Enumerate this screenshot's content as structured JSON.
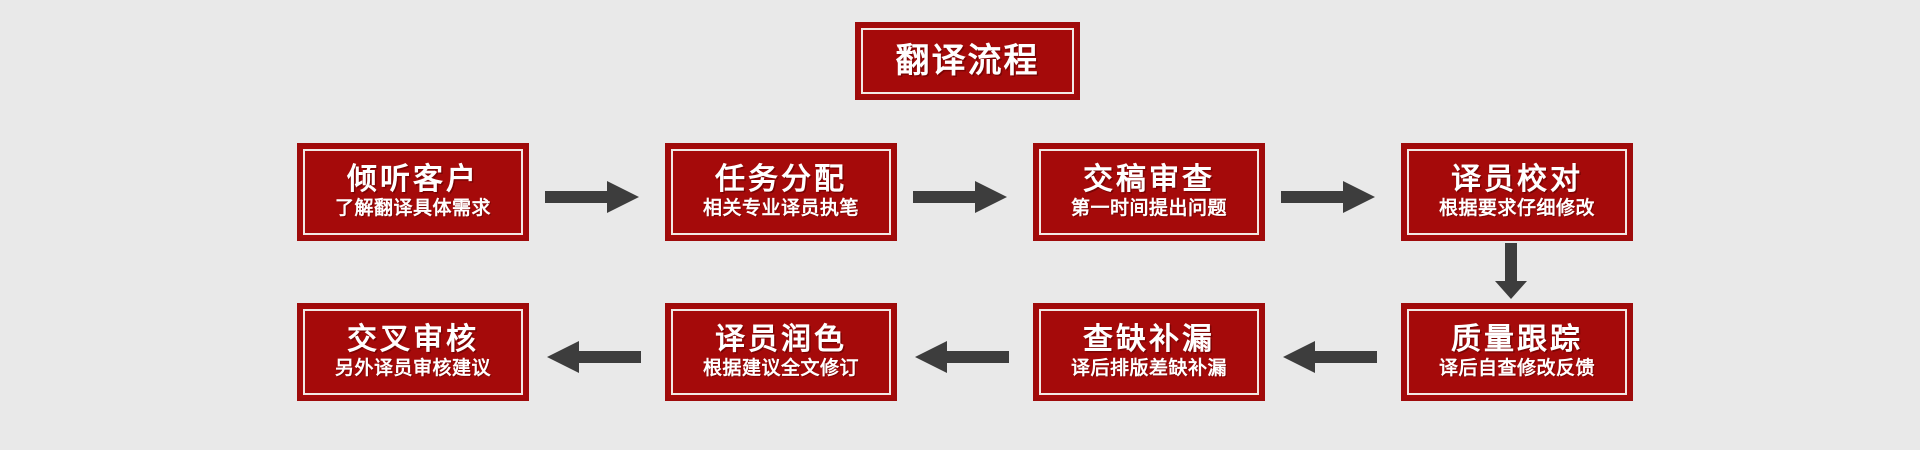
{
  "page": {
    "background_color": "#e9e9e9",
    "box_fill_color": "#a50a0a",
    "box_border_color": "#9e0b0b",
    "box_inner_border_color": "#f2e8e4",
    "text_color": "#ffffff",
    "arrow_color": "#3d3d3d"
  },
  "title": {
    "text": "翻译流程"
  },
  "nodes": [
    {
      "id": "node-1",
      "head": "倾听客户",
      "sub": "了解翻译具体需求"
    },
    {
      "id": "node-2",
      "head": "任务分配",
      "sub": "相关专业译员执笔"
    },
    {
      "id": "node-3",
      "head": "交稿审查",
      "sub": "第一时间提出问题"
    },
    {
      "id": "node-4",
      "head": "译员校对",
      "sub": "根据要求仔细修改"
    },
    {
      "id": "node-5",
      "head": "质量跟踪",
      "sub": "译后自查修改反馈"
    },
    {
      "id": "node-6",
      "head": "查缺补漏",
      "sub": "译后排版差缺补漏"
    },
    {
      "id": "node-7",
      "head": "译员润色",
      "sub": "根据建议全文修订"
    },
    {
      "id": "node-8",
      "head": "交叉审核",
      "sub": "另外译员审核建议"
    }
  ],
  "arrows": [
    {
      "id": "arrow-1",
      "direction": "right",
      "from": "node-1",
      "to": "node-2"
    },
    {
      "id": "arrow-2",
      "direction": "right",
      "from": "node-2",
      "to": "node-3"
    },
    {
      "id": "arrow-3",
      "direction": "right",
      "from": "node-3",
      "to": "node-4"
    },
    {
      "id": "arrow-4",
      "direction": "down",
      "from": "node-4",
      "to": "node-5"
    },
    {
      "id": "arrow-5",
      "direction": "left",
      "from": "node-5",
      "to": "node-6"
    },
    {
      "id": "arrow-6",
      "direction": "left",
      "from": "node-6",
      "to": "node-7"
    },
    {
      "id": "arrow-7",
      "direction": "left",
      "from": "node-7",
      "to": "node-8"
    }
  ]
}
